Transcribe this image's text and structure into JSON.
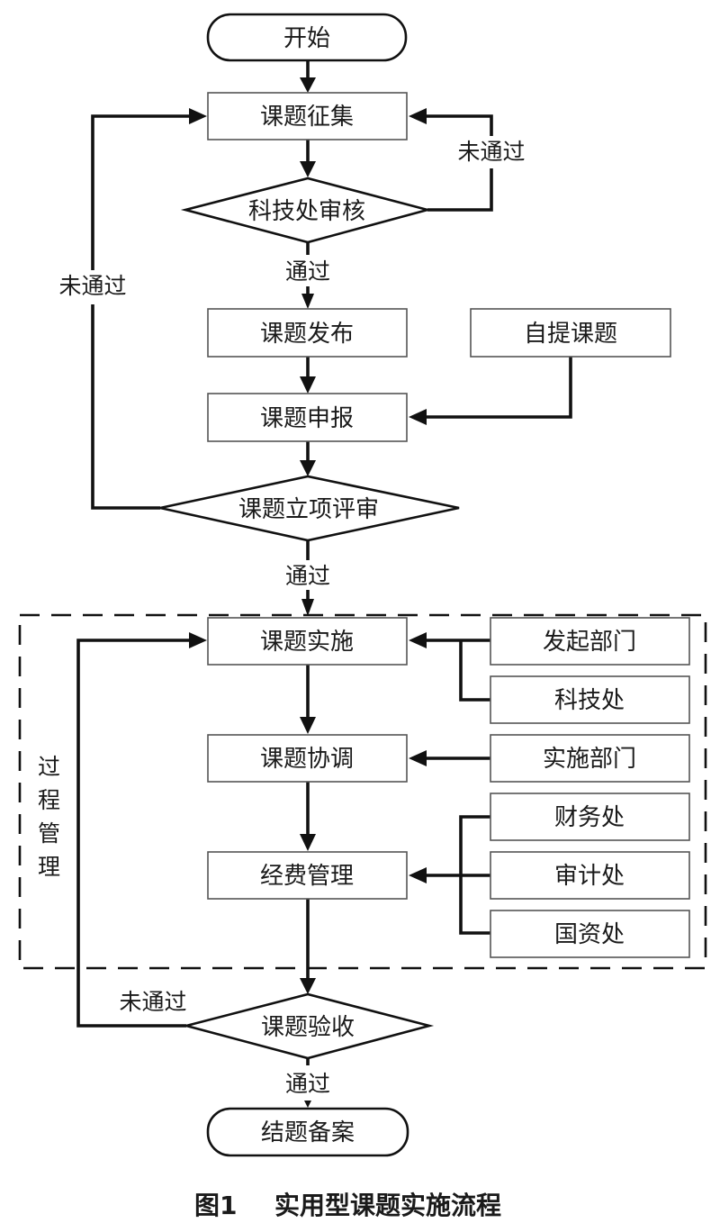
{
  "diagram": {
    "caption": {
      "figure_no": "图1",
      "title": "实用型课题实施流程"
    },
    "nodes": {
      "start": "开始",
      "collect": "课题征集",
      "tech_review": "科技处审核",
      "publish": "课题发布",
      "self_proposed": "自提课题",
      "apply": "课题申报",
      "approval_review": "课题立项评审",
      "implement": "课题实施",
      "initiating_dept": "发起部门",
      "tech_office": "科技处",
      "coordinate": "课题协调",
      "implementing_dept": "实施部门",
      "finance_office": "财务处",
      "funding": "经费管理",
      "audit_office": "审计处",
      "state_assets_office": "国资处",
      "acceptance": "课题验收",
      "archive": "结题备案"
    },
    "edge_labels": {
      "fail_tech_review": "未通过",
      "pass_tech_review": "通过",
      "fail_approval": "未通过",
      "pass_approval": "通过",
      "fail_acceptance": "未通过",
      "pass_acceptance": "通过"
    },
    "group": {
      "label": "过程管理",
      "chars": [
        "过",
        "程",
        "管",
        "理"
      ]
    }
  }
}
